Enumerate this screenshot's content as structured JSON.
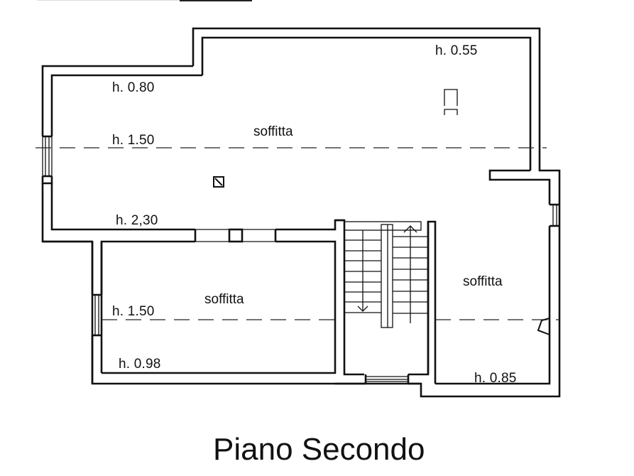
{
  "title": "Piano Secondo",
  "rooms": [
    {
      "id": "main-attic",
      "label": "soffitta"
    },
    {
      "id": "lower-left-attic",
      "label": "soffitta"
    },
    {
      "id": "right-attic",
      "label": "soffitta"
    }
  ],
  "heights": {
    "main_top_left": "h. 0.80",
    "main_top_right": "h. 0.55",
    "main_ridge": "h. 1.50",
    "main_bottom": "h. 2,30",
    "lower_left_ridge": "h. 1.50",
    "lower_left_bottom": "h. 0.98",
    "right_bottom": "h. 0.85"
  },
  "symbols": [
    "skylight-icon",
    "chimney-icon",
    "stair-up-arrow",
    "stair-down-arrow",
    "fireplace-icon"
  ],
  "colors": {
    "line": "#111111",
    "background": "#ffffff"
  }
}
